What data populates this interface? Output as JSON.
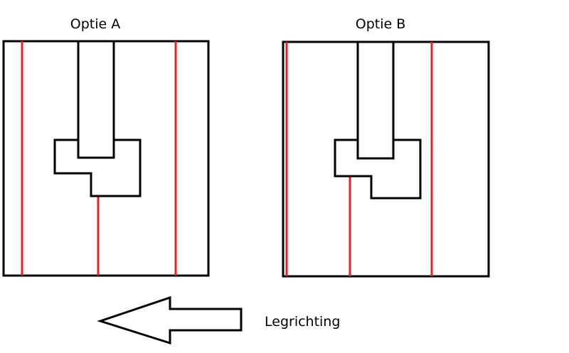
{
  "option_a": {
    "title": "Optie A"
  },
  "option_b": {
    "title": "Optie B"
  },
  "arrow": {
    "label": "Legrichting",
    "direction": "left"
  },
  "colors": {
    "outline": "#000000",
    "seam_lines": "#ed1c24",
    "background": "#ffffff"
  }
}
